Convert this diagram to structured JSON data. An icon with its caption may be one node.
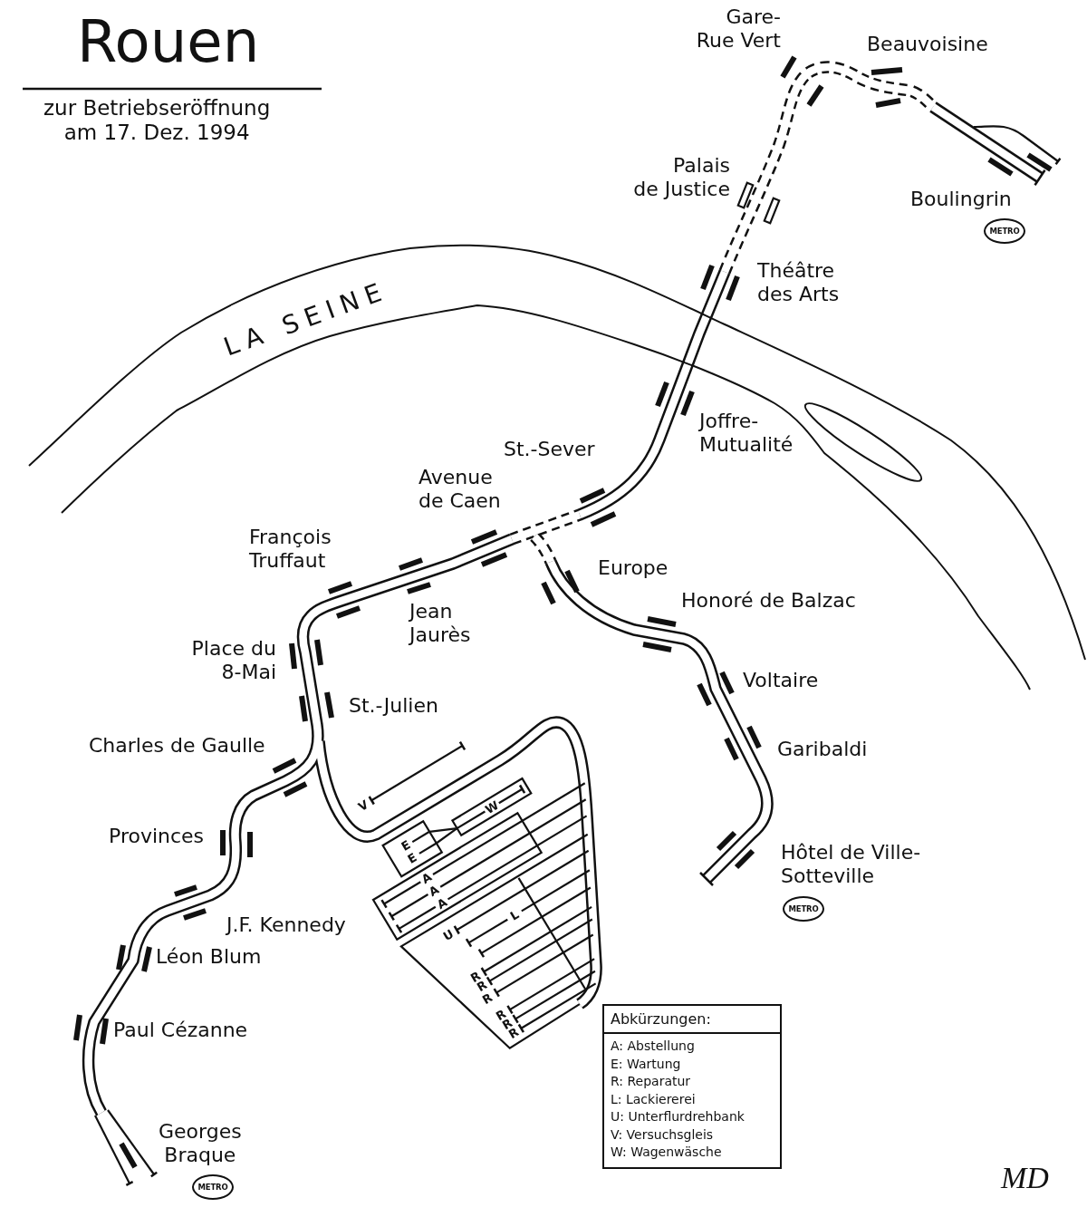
{
  "diagram": {
    "title": "Rouen",
    "nodes": [
      {
        "text": [
          "METRO"
        ]
      },
      {
        "text": [
          "METRO"
        ]
      },
      {
        "text": [
          "Abkürzungen:",
          "A: Abstellung",
          "E: Wartung",
          "R: Reparatur",
          "L: Lackiererei",
          "U: Unterflurdrehbank",
          "V: Versuchsgleis",
          "W: Wagenwäsche"
        ]
      },
      {
        "text": [
          "METRO"
        ]
      }
    ],
    "labels": [
      "zur Betriebseröffnung am 17. Dez. 1994",
      "Gare- Rue Vert",
      "Beauvoisine",
      "Palais de Justice",
      "Boulingrin",
      "Théâtre des Arts",
      "LA SEINE",
      "Joffre- Mutualité",
      "St.-Sever",
      "Avenue de Caen",
      "François Truffaut",
      "Europe",
      "Jean Jaurès",
      "Honoré de Balzac",
      "Place du 8-Mai",
      "Voltaire",
      "St.-Julien",
      "Charles de Gaulle",
      "Garibaldi",
      "V",
      "W",
      "Provinces",
      "E",
      "E",
      "Hôtel de Ville- Sotteville",
      "A",
      "A",
      "A",
      "J.F. Kennedy",
      "L",
      "U",
      "Léon Blum",
      "R",
      "R",
      "R",
      "R",
      "R",
      "R",
      "Paul Cézanne",
      "Georges Braque",
      "MD"
    ]
  }
}
